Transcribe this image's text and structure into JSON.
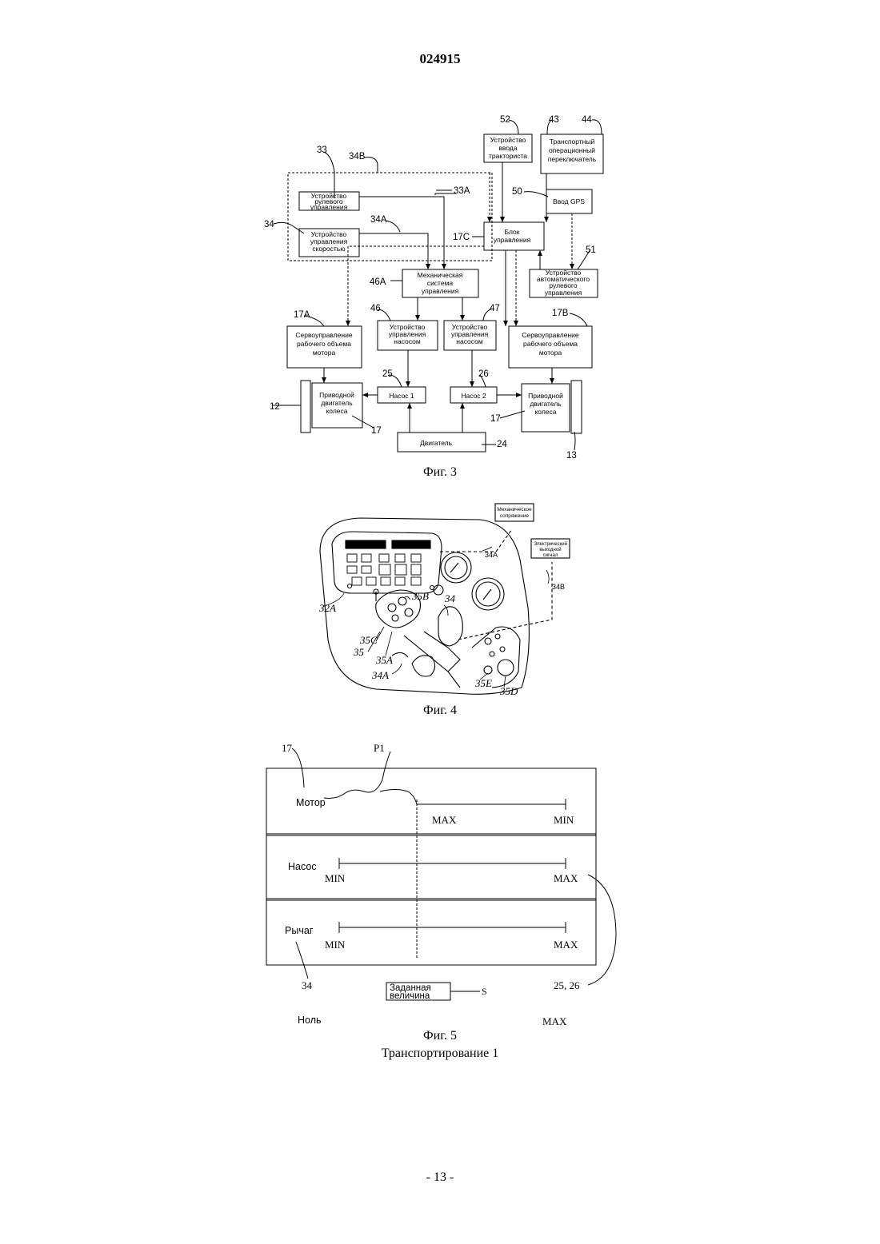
{
  "header": {
    "doc_number": "024915"
  },
  "fig3": {
    "caption": "Фиг. 3",
    "boxes": {
      "steer": [
        "Устройство",
        "рулевого",
        "управления"
      ],
      "speed": [
        "Устройство",
        "управления",
        "скоростью"
      ],
      "driver_input": [
        "Устройство",
        "ввода",
        "тракториста"
      ],
      "transport_switch": [
        "Транспортный",
        "операционный",
        "переключатель"
      ],
      "gps": "Ввод GPS",
      "control": [
        "Блок",
        "управления"
      ],
      "auto_steer": [
        "Устройство",
        "автоматического",
        "рулевого",
        "управления"
      ],
      "mech": [
        "Механическая",
        "система",
        "управления"
      ],
      "servo_left": [
        "Сервоуправление",
        "рабочего объема",
        "мотора"
      ],
      "pump_ctrl_1": [
        "Устройство",
        "управления",
        "насосом"
      ],
      "pump_ctrl_2": [
        "Устройство",
        "управления",
        "насосом"
      ],
      "servo_right": [
        "Сервоуправление",
        "рабочего объема",
        "мотора"
      ],
      "wheel_left": [
        "Приводной",
        "двигатель",
        "колеса"
      ],
      "pump1": "Насос 1",
      "pump2": "Насос 2",
      "wheel_right": [
        "Приводной",
        "двигатель",
        "колеса"
      ],
      "engine": "Двигатель"
    },
    "refs": [
      "33",
      "34B",
      "33A",
      "34",
      "34A",
      "52",
      "43",
      "44",
      "50",
      "17C",
      "51",
      "46A",
      "17A",
      "46",
      "47",
      "17B",
      "25",
      "26",
      "12",
      "17",
      "17",
      "24",
      "13"
    ]
  },
  "fig4": {
    "caption": "Фиг. 4",
    "labels": {
      "mech_coupling": [
        "Механическое",
        "сопряжение"
      ],
      "elec_signal": [
        "Электрический",
        "выходной",
        "сигнал"
      ]
    },
    "refs": [
      "34A",
      "34B",
      "32A",
      "35B",
      "34",
      "35C",
      "35",
      "35A",
      "34A",
      "35E",
      "35D"
    ]
  },
  "fig5": {
    "caption": "Фиг. 5",
    "subcaption": "Транспортирование 1",
    "rows": {
      "motor": {
        "name": "Мотор",
        "left": "MAX",
        "right": "MIN"
      },
      "pump": {
        "name": "Насос",
        "left": "MIN",
        "right": "MAX"
      },
      "lever": {
        "name": "Рычаг",
        "left": "MIN",
        "right": "MAX"
      }
    },
    "setpoint": [
      "Заданная",
      "величина"
    ],
    "bottom_left": "Ноль",
    "bottom_right": "MAX",
    "refs": {
      "r17": "17",
      "p1": "P1",
      "r34": "34",
      "r2526": "25, 26",
      "s": "S"
    }
  },
  "footer": {
    "page": "- 13 -"
  }
}
